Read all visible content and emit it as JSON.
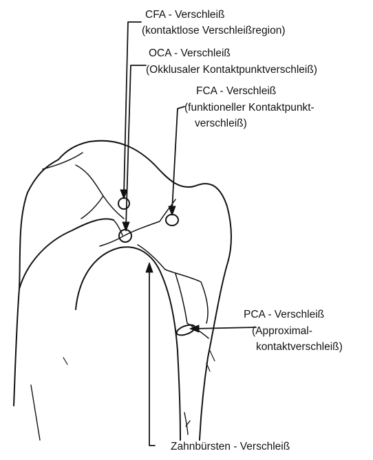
{
  "labels": {
    "cfa": {
      "title": "CFA - Verschleiß",
      "desc": "(kontaktlose Verschleißregion)"
    },
    "oca": {
      "title": "OCA - Verschleiß",
      "desc": "(Okklusaler Kontaktpunktverschleiß)"
    },
    "fca": {
      "title": "FCA - Verschleiß",
      "desc_line1": "(funktioneller Kontaktpunkt-",
      "desc_line2": "verschleiß)"
    },
    "pca": {
      "title": "PCA - Verschleiß",
      "desc_line1": "(Approximal-",
      "desc_line2": "kontaktverschleiß)"
    },
    "zahnbuersten": {
      "title": "Zahnbürsten - Verschleiß"
    }
  },
  "colors": {
    "ink": "#111111",
    "background": "#ffffff"
  }
}
